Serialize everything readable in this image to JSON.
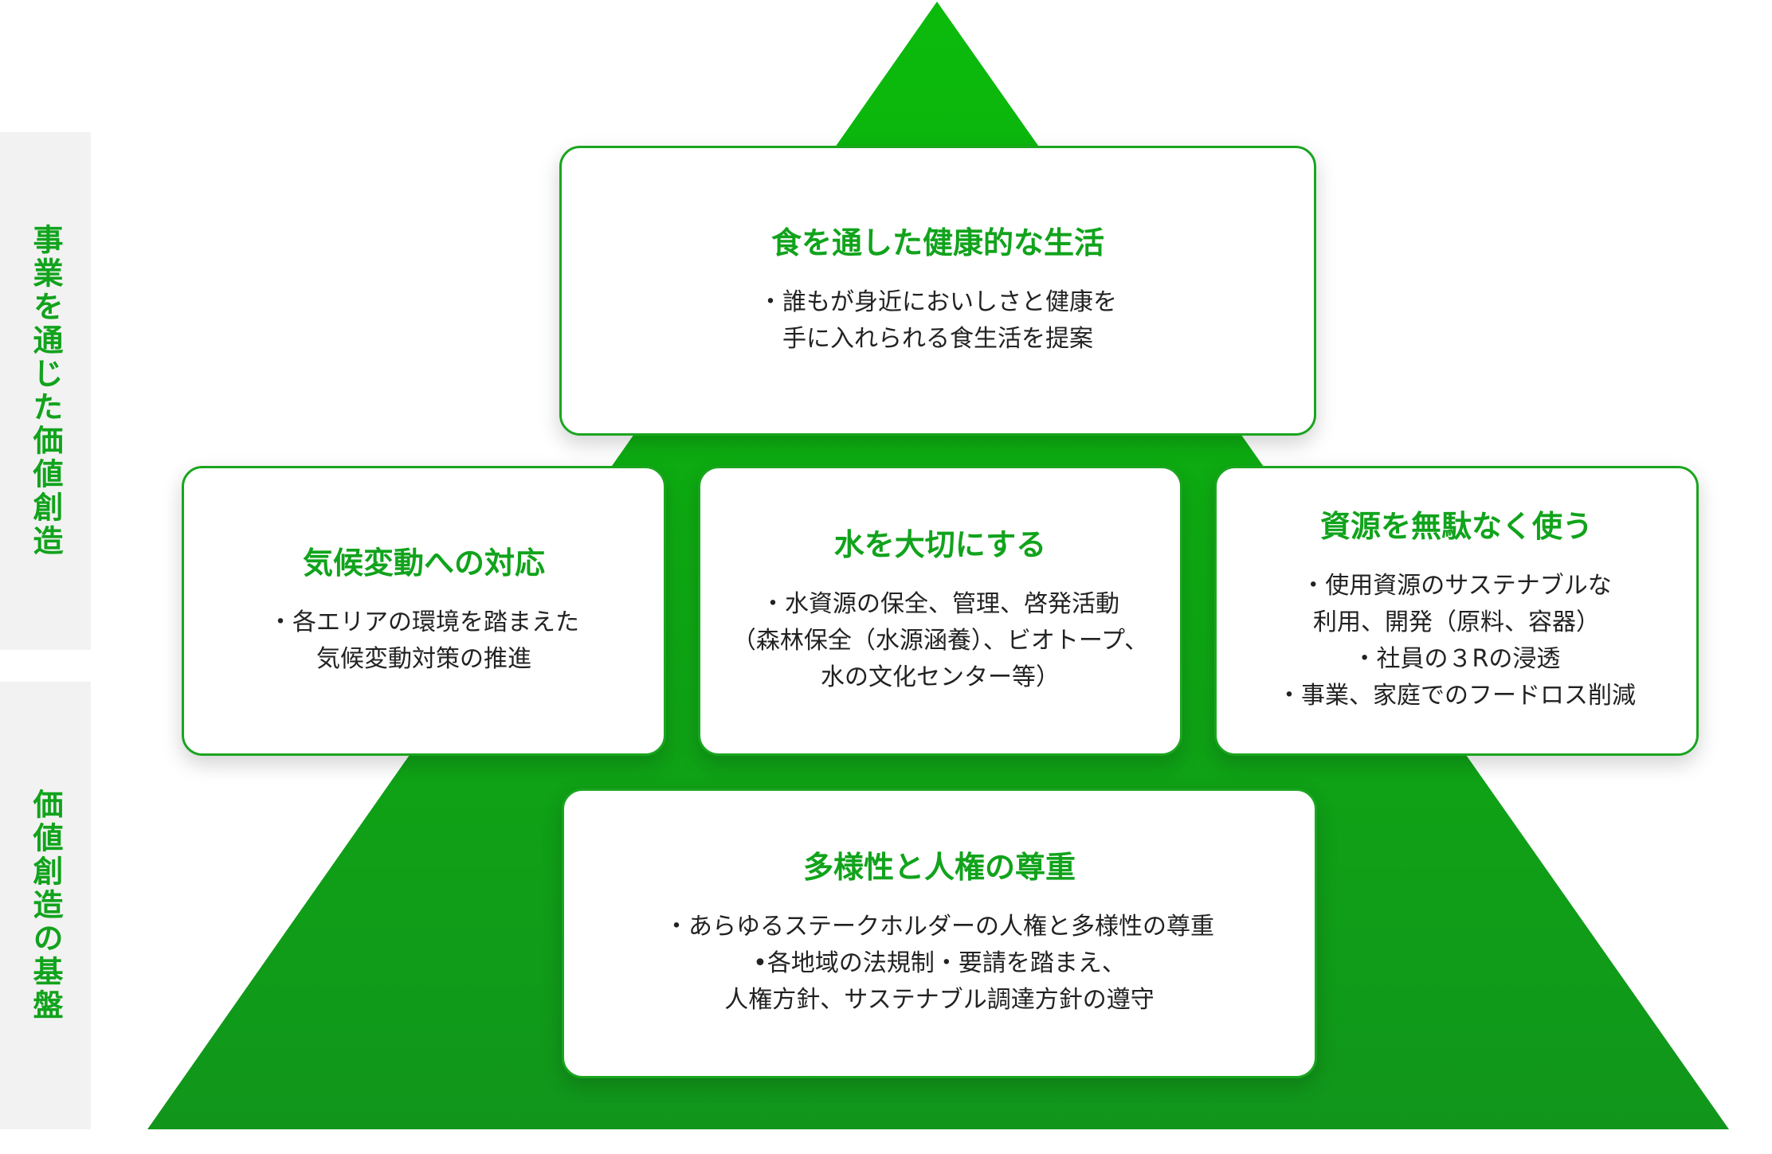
{
  "sidebar": {
    "top_label": "事業を通じた価値創造",
    "bottom_label": "価値創造の基盤"
  },
  "colors": {
    "accent": "#11a31c",
    "pyramid_top": "#0bbb0b",
    "pyramid_bottom": "#11961b",
    "band": "#f2f2f2"
  },
  "cards": {
    "health": {
      "title": "食を通した健康的な生活",
      "lines": [
        "・誰もが身近においしさと健康を",
        "手に入れられる食生活を提案"
      ]
    },
    "climate": {
      "title": "気候変動への対応",
      "lines": [
        "・各エリアの環境を踏まえた",
        "気候変動対策の推進"
      ]
    },
    "water": {
      "title": "水を大切にする",
      "lines": [
        "・水資源の保全、管理、啓発活動",
        "（森林保全（水源涵養）、ビオトープ、",
        "水の文化センター等）"
      ]
    },
    "resources": {
      "title": "資源を無駄なく使う",
      "lines": [
        "・使用資源のサステナブルな",
        "利用、開発（原料、容器）",
        "・社員の３Rの浸透",
        "・事業、家庭でのフードロス削減"
      ]
    },
    "diversity": {
      "title": "多様性と人権の尊重",
      "lines": [
        "・あらゆるステークホルダーの人権と多様性の尊重",
        "•各地域の法規制・要請を踏まえ、",
        "人権方針、サステナブル調達方針の遵守"
      ]
    }
  }
}
